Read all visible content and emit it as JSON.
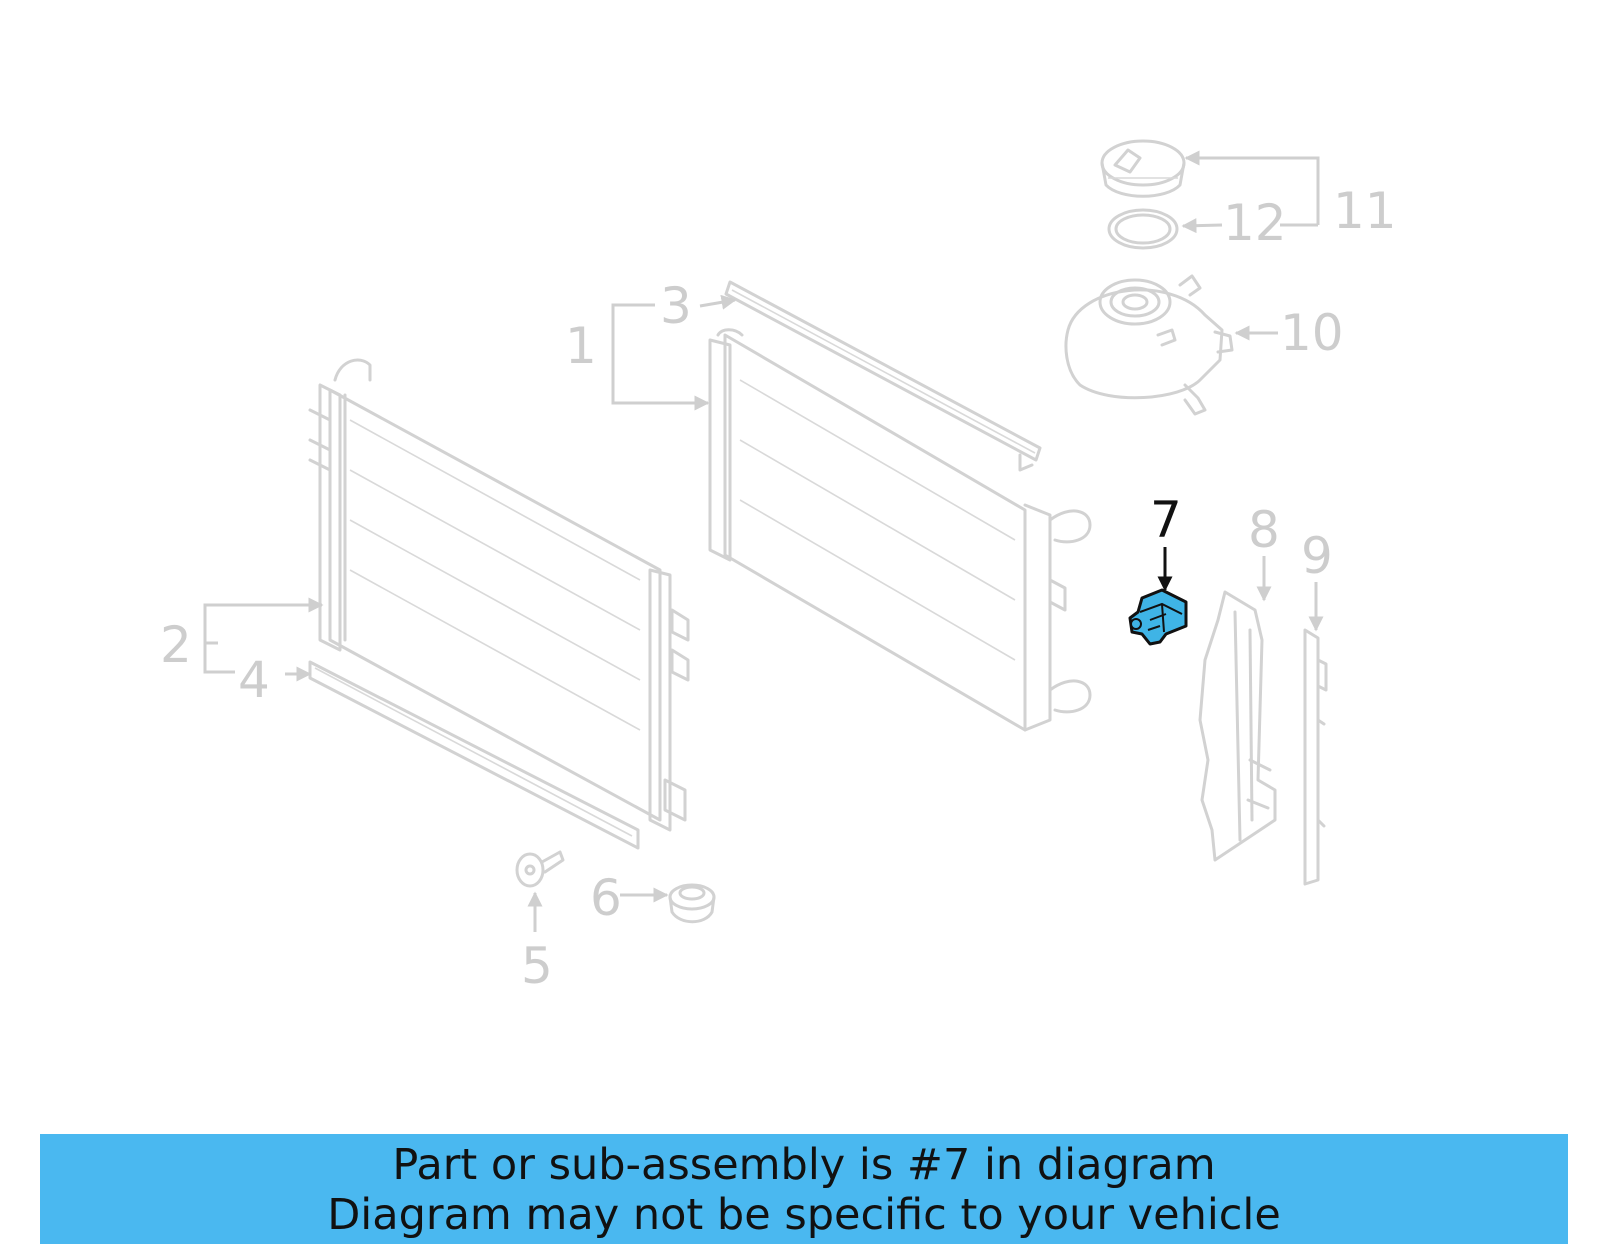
{
  "callouts": {
    "c1": "1",
    "c2": "2",
    "c3": "3",
    "c4": "4",
    "c5": "5",
    "c6": "6",
    "c7": "7",
    "c8": "8",
    "c9": "9",
    "c10": "10",
    "c11": "11",
    "c12": "12"
  },
  "highlighted_part": "7",
  "colors": {
    "banner": "#4ab8f0",
    "highlight": "#3fb4e6",
    "faded_part": "#d2d2d2",
    "active_callout": "#111111"
  },
  "banner": {
    "line1": "Part or sub-assembly is #7 in diagram",
    "line2": "Diagram may not be specific to your vehicle"
  }
}
